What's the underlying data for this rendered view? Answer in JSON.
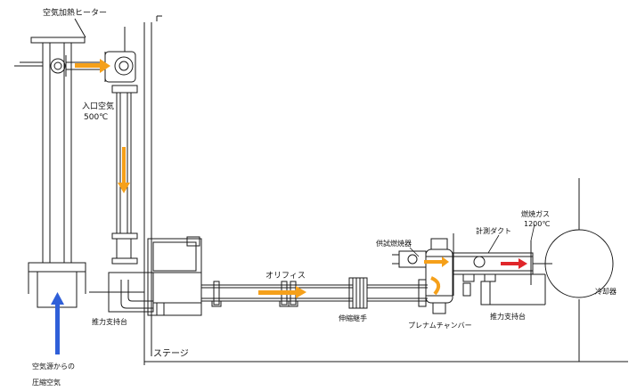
{
  "labels": {
    "heater": "空気加熱ヒーター",
    "inlet_air": "入口空気",
    "inlet_temp": "500℃",
    "thrust_support_left": "推力支持台",
    "compressed_air_1": "空気源からの",
    "compressed_air_2": "圧縮空気",
    "orifice": "オリフィス",
    "expansion_joint": "伸縮継手",
    "plenum_chamber": "プレナムチャンバー",
    "igniter": "供試燃焼器",
    "cooling_duct": "計測ダクト",
    "combustion_gas": "燃焼ガス",
    "gas_temp": "1200℃",
    "thrust_support_right": "推力支持台",
    "cooler": "冷却器",
    "stage": "ステージ"
  },
  "colors": {
    "line": "#1a1a1a",
    "hot_air_arrow": "#f5a01a",
    "cold_air_arrow": "#2f5fd8",
    "gas_arrow": "#e0262a"
  }
}
